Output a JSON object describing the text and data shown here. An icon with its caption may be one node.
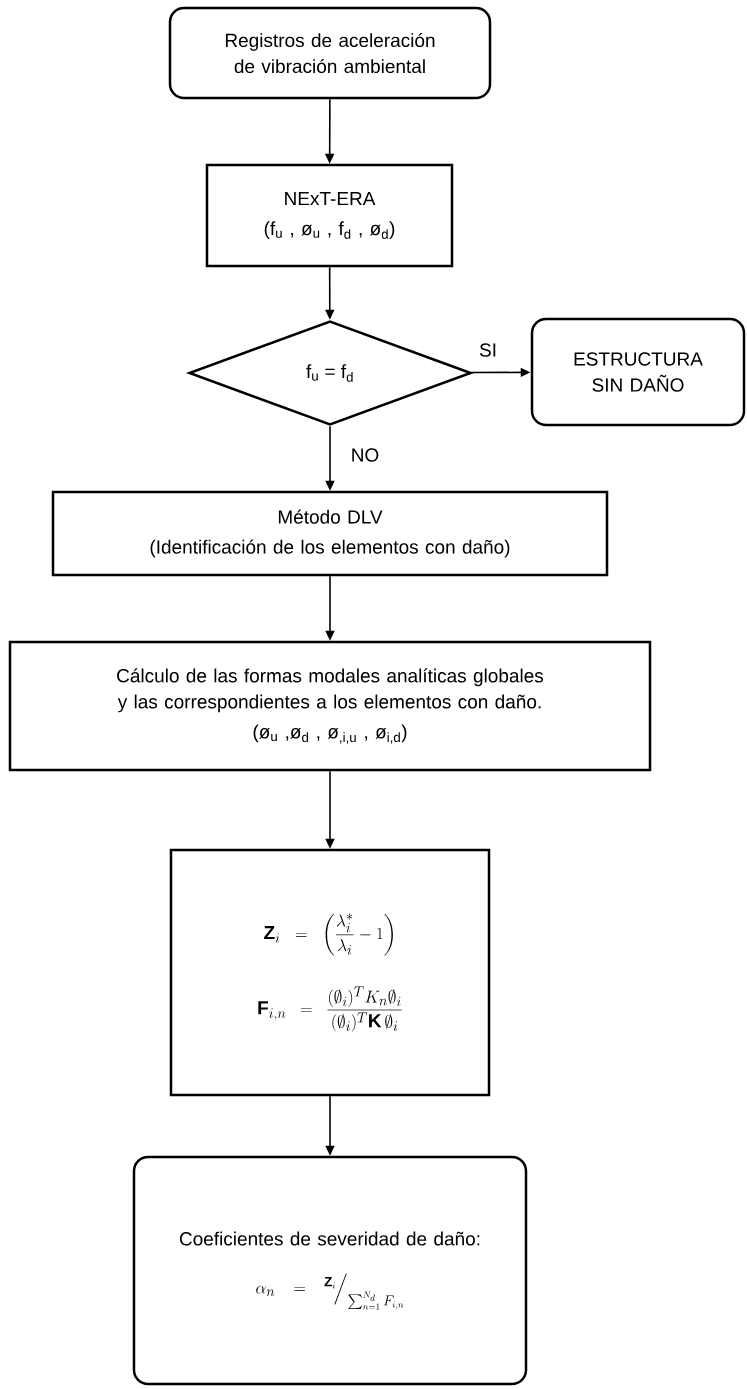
{
  "diagram": {
    "nodes": [
      {
        "text": [
          "Registros de aceleración de vibración ambiental"
        ]
      },
      {
        "text": [
          "NExT-ERA",
          "(f$_{u}$ , ø$_{u}$ , f$_{d}$ , ø$_{d}$)"
        ]
      },
      {
        "text": [
          "f$_{u}$ = f$_{d}$"
        ]
      },
      {
        "text": [
          "ESTRUCTURA SIN DAÑO"
        ]
      },
      {
        "text": [
          "Método DLV",
          "(Identificación de los elementos con daño)"
        ]
      },
      {
        "text": [
          "Cálculo de las formas modales analíticas globales y las correspondientes a los elementos con daño.",
          "(ø$_{u}$ ,ø$_{d}$ , ø$_{,i,u}$ , ø$_{i,d}$)"
        ]
      },
      {
        "text": [
          "\\mathbf{Z}_i = \\left(\\frac{\\lambda_i^*}{\\lambda_i} - 1\\right)",
          "\\mathbf{F}_{i,n} = \\frac{(\\emptyset_i)^T K_n \\emptyset_i}{(\\emptyset_i)^T \\mathbf{K}\\, \\emptyset_i}"
        ]
      },
      {
        "text": [
          "Coeficientes de severidad de daño:",
          "\\alpha_n = {}^{\\mathbf{Z}_i}\\!\\Big/_{\\sum_{n=1}^{N_d} F_{i,n}}"
        ]
      }
    ],
    "edges": [
      {
        "from": 0,
        "to": 1,
        "arrow": "to"
      },
      {
        "from": 1,
        "to": 2,
        "arrow": "to"
      },
      {
        "from": 2,
        "to": 3,
        "arrow": "to",
        "label": "SI"
      },
      {
        "from": 2,
        "to": 4,
        "arrow": "to",
        "label": "NO"
      },
      {
        "from": 4,
        "to": 5,
        "arrow": "to"
      },
      {
        "from": 5,
        "to": 6,
        "arrow": "to"
      },
      {
        "from": 6,
        "to": 7,
        "arrow": "to"
      }
    ]
  }
}
